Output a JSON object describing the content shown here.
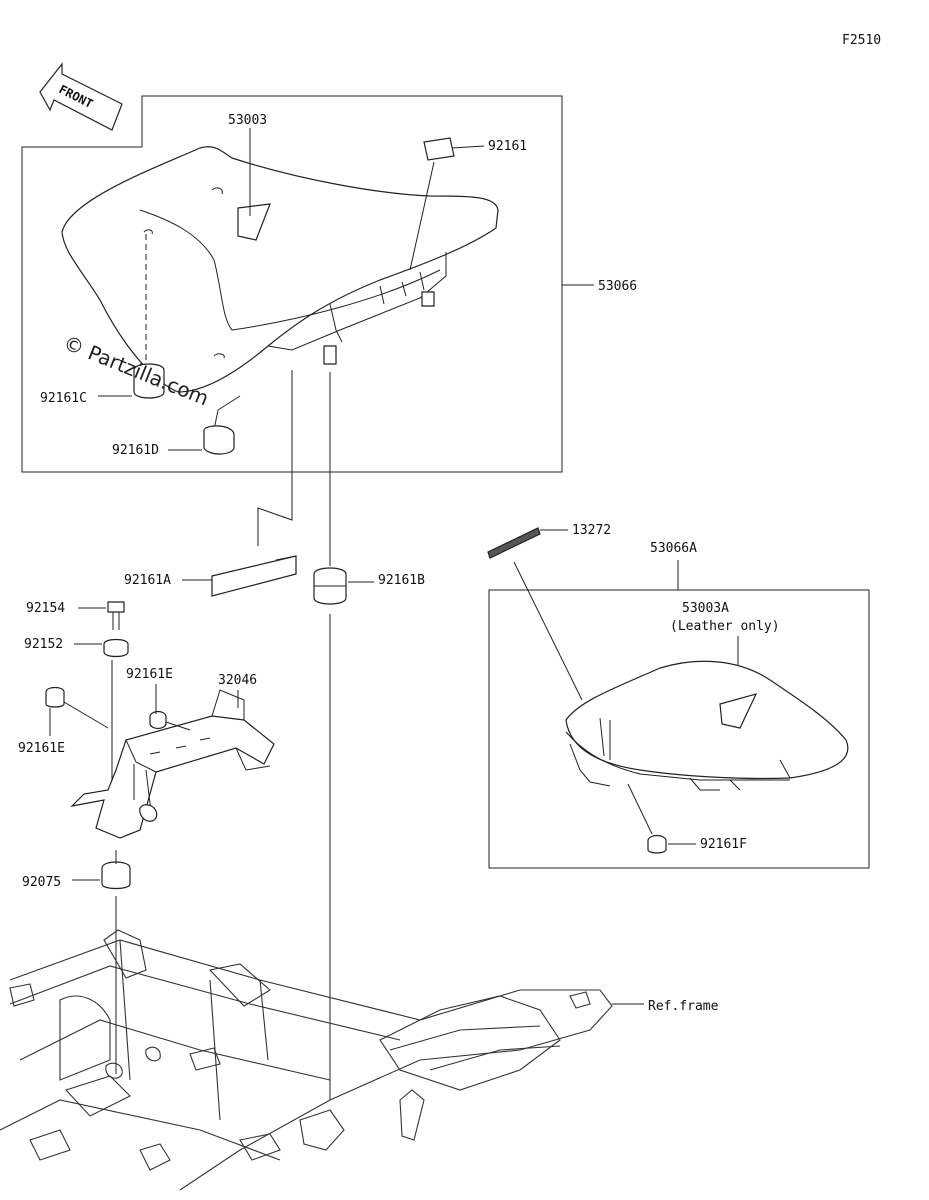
{
  "figure_code": "F2510",
  "front_arrow": {
    "label": "FRONT"
  },
  "watermark": "© Partzilla.com",
  "callouts": {
    "seat_cover": "53003",
    "rubber_top": "92161",
    "seat_assy": "53066",
    "damper_c": "92161C",
    "damper_d": "92161D",
    "damper_a": "92161A",
    "damper_b": "92161B",
    "bolt": "92154",
    "collar": "92152",
    "damper_e_top": "92161E",
    "bracket": "32046",
    "damper_e_left": "92161E",
    "grommet": "92075",
    "strap": "13272",
    "seat_assy_leather": "53066A",
    "seat_cover_leather": "53003A",
    "leather_note": "(Leather only)",
    "damper_f": "92161F",
    "ref_frame": "Ref.frame"
  }
}
